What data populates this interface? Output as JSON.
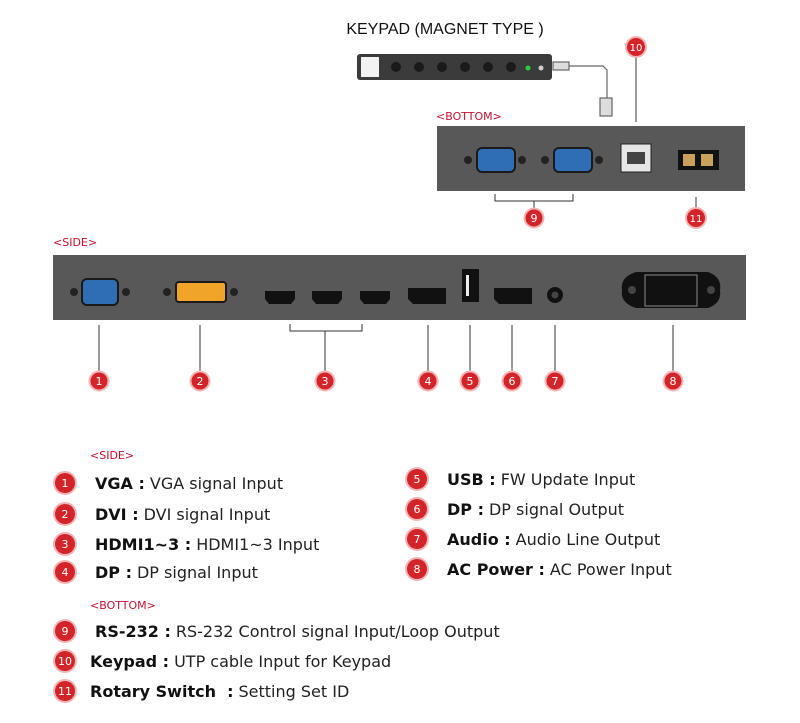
{
  "diagram": {
    "keypad_title": "KEYPAD (MAGNET TYPE )",
    "bottom_label": "<BOTTOM>",
    "side_label": "<SIDE>",
    "callouts": [
      "1",
      "2",
      "3",
      "4",
      "5",
      "6",
      "7",
      "8",
      "9",
      "10",
      "11"
    ]
  },
  "legend": {
    "side_heading": "<SIDE>",
    "bottom_heading": "<BOTTOM>",
    "items": [
      {
        "num": "1",
        "term": "VGA :",
        "desc": "VGA signal Input"
      },
      {
        "num": "2",
        "term": "DVI :",
        "desc": "DVI signal Input"
      },
      {
        "num": "3",
        "term": "HDMI1~3 :",
        "desc": "HDMI1~3 Input"
      },
      {
        "num": "4",
        "term": "DP :",
        "desc": "DP signal Input"
      },
      {
        "num": "5",
        "term": "USB :",
        "desc": "FW Update Input"
      },
      {
        "num": "6",
        "term": "DP :",
        "desc": "DP signal Output"
      },
      {
        "num": "7",
        "term": "Audio :",
        "desc": "Audio Line Output"
      },
      {
        "num": "8",
        "term": "AC Power :",
        "desc": "AC Power Input"
      },
      {
        "num": "9",
        "term": "RS-232 :",
        "desc": "RS-232 Control signal Input/Loop Output"
      },
      {
        "num": "10",
        "term": "Keypad :",
        "desc": "UTP cable Input for Keypad"
      },
      {
        "num": "11",
        "term": "Rotary Switch  :",
        "desc": "Setting Set ID"
      }
    ]
  },
  "colors": {
    "panel": "#585858",
    "callout": "#d3242a",
    "section_label": "#c8102e",
    "vga_blue": "#2f6db5",
    "dvi_gold": "#f0a42a"
  }
}
